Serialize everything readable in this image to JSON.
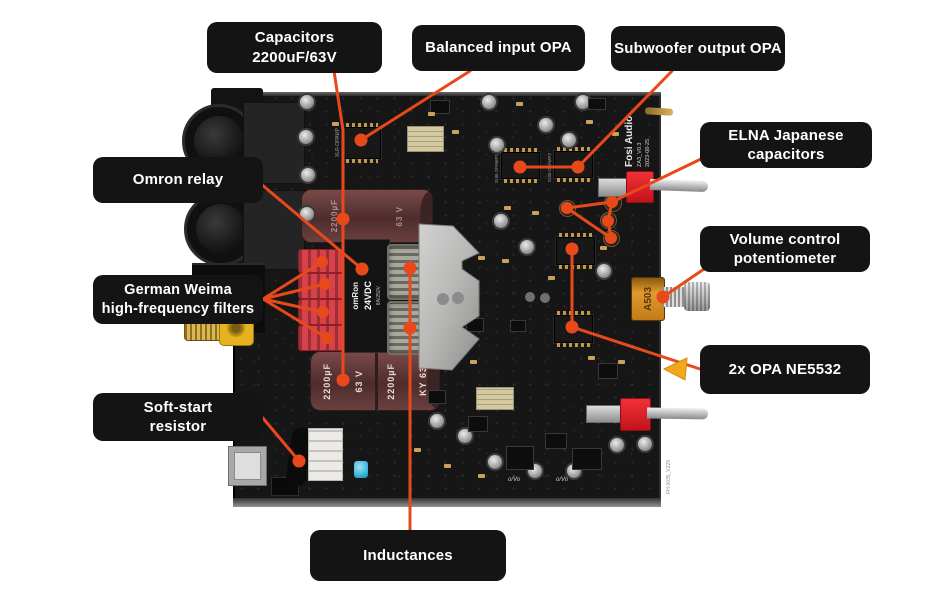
{
  "labels": [
    {
      "id": "capacitors",
      "line1": "Capacitors",
      "line2": "2200uF/63V"
    },
    {
      "id": "balanced-input-opa",
      "line1": "Balanced input OPA",
      "line2": ""
    },
    {
      "id": "subwoofer-output-opa",
      "line1": "Subwoofer output OPA",
      "line2": ""
    },
    {
      "id": "elna-capacitors",
      "line1": "ELNA Japanese",
      "line2": "capacitors"
    },
    {
      "id": "omron-relay",
      "line1": "Omron relay",
      "line2": ""
    },
    {
      "id": "volume-potentiometer",
      "line1": "Volume control",
      "line2": "potentiometer"
    },
    {
      "id": "weima-filters",
      "line1": "German Weima",
      "line2": "high-frequency filters"
    },
    {
      "id": "opa-ne5532",
      "line1": "2x OPA NE5532",
      "line2": ""
    },
    {
      "id": "soft-start-resistor",
      "line1": "Soft-start",
      "line2": "resistor"
    },
    {
      "id": "inductances",
      "line1": "Inductances",
      "line2": ""
    }
  ],
  "board": {
    "silkscreen": {
      "brand": "Fosi Audio",
      "model": "ZA3_V0.3",
      "date": "2023-08-25",
      "bottom_code": "FH-3035_V229",
      "xlr_opamp": "XLR-OPAMP",
      "sub_opamp1": "SUB-OPAMP1",
      "sub_opamp2": "SUB-OPAMP2",
      "output_mark_left": "o/Vo",
      "output_mark_right": "o/Vo"
    },
    "components": {
      "cap_value": "2200µF",
      "cap_voltage": "63 V",
      "cap_series": "KY 63",
      "relay_brand": "omRon",
      "relay_voltage": "24VDC",
      "relay_rating": "8A/250V",
      "pot_code": "A503"
    }
  },
  "colors": {
    "leader": "#e8491a",
    "label_bg": "#141414",
    "label_text": "#ffffff",
    "arrow": "#f2a81d",
    "board": "#161616"
  }
}
